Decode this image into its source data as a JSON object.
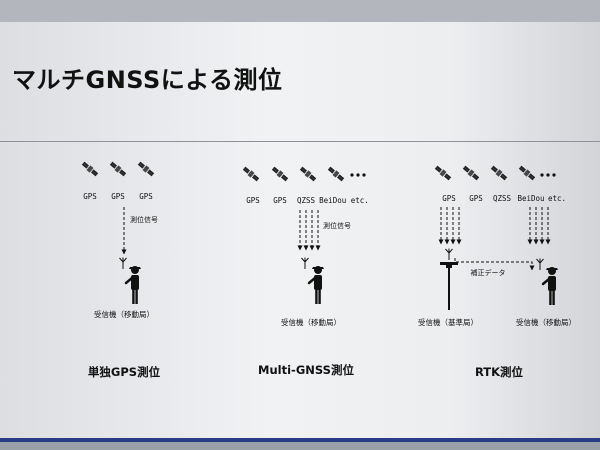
{
  "title": "マルチGNSSによる測位",
  "sections": [
    {
      "method_label": "単独GPS測位",
      "satellites": [
        "GPS",
        "GPS",
        "GPS"
      ],
      "signal_label": "測位信号",
      "receiver_label": "受信機（移動局）"
    },
    {
      "method_label": "Multi-GNSS測位",
      "satellites": [
        "GPS",
        "GPS",
        "QZSS",
        "BeiDou etc."
      ],
      "signal_label": "測位信号",
      "receiver_label": "受信機（移動局）"
    },
    {
      "method_label": "RTK測位",
      "satellites": [
        "GPS",
        "GPS",
        "QZSS",
        "BeiDou",
        "etc."
      ],
      "correction_label": "補正データ",
      "base_label": "受信機（基準局）",
      "rover_label": "受信機（移動局）"
    }
  ],
  "colors": {
    "ink": "#111111",
    "rule": "#8f9399",
    "accent_strip": "#2a3c86"
  },
  "icons": [
    "satellite-icon",
    "antenna-icon",
    "person-icon",
    "base-station-icon",
    "ellipsis-dots"
  ]
}
